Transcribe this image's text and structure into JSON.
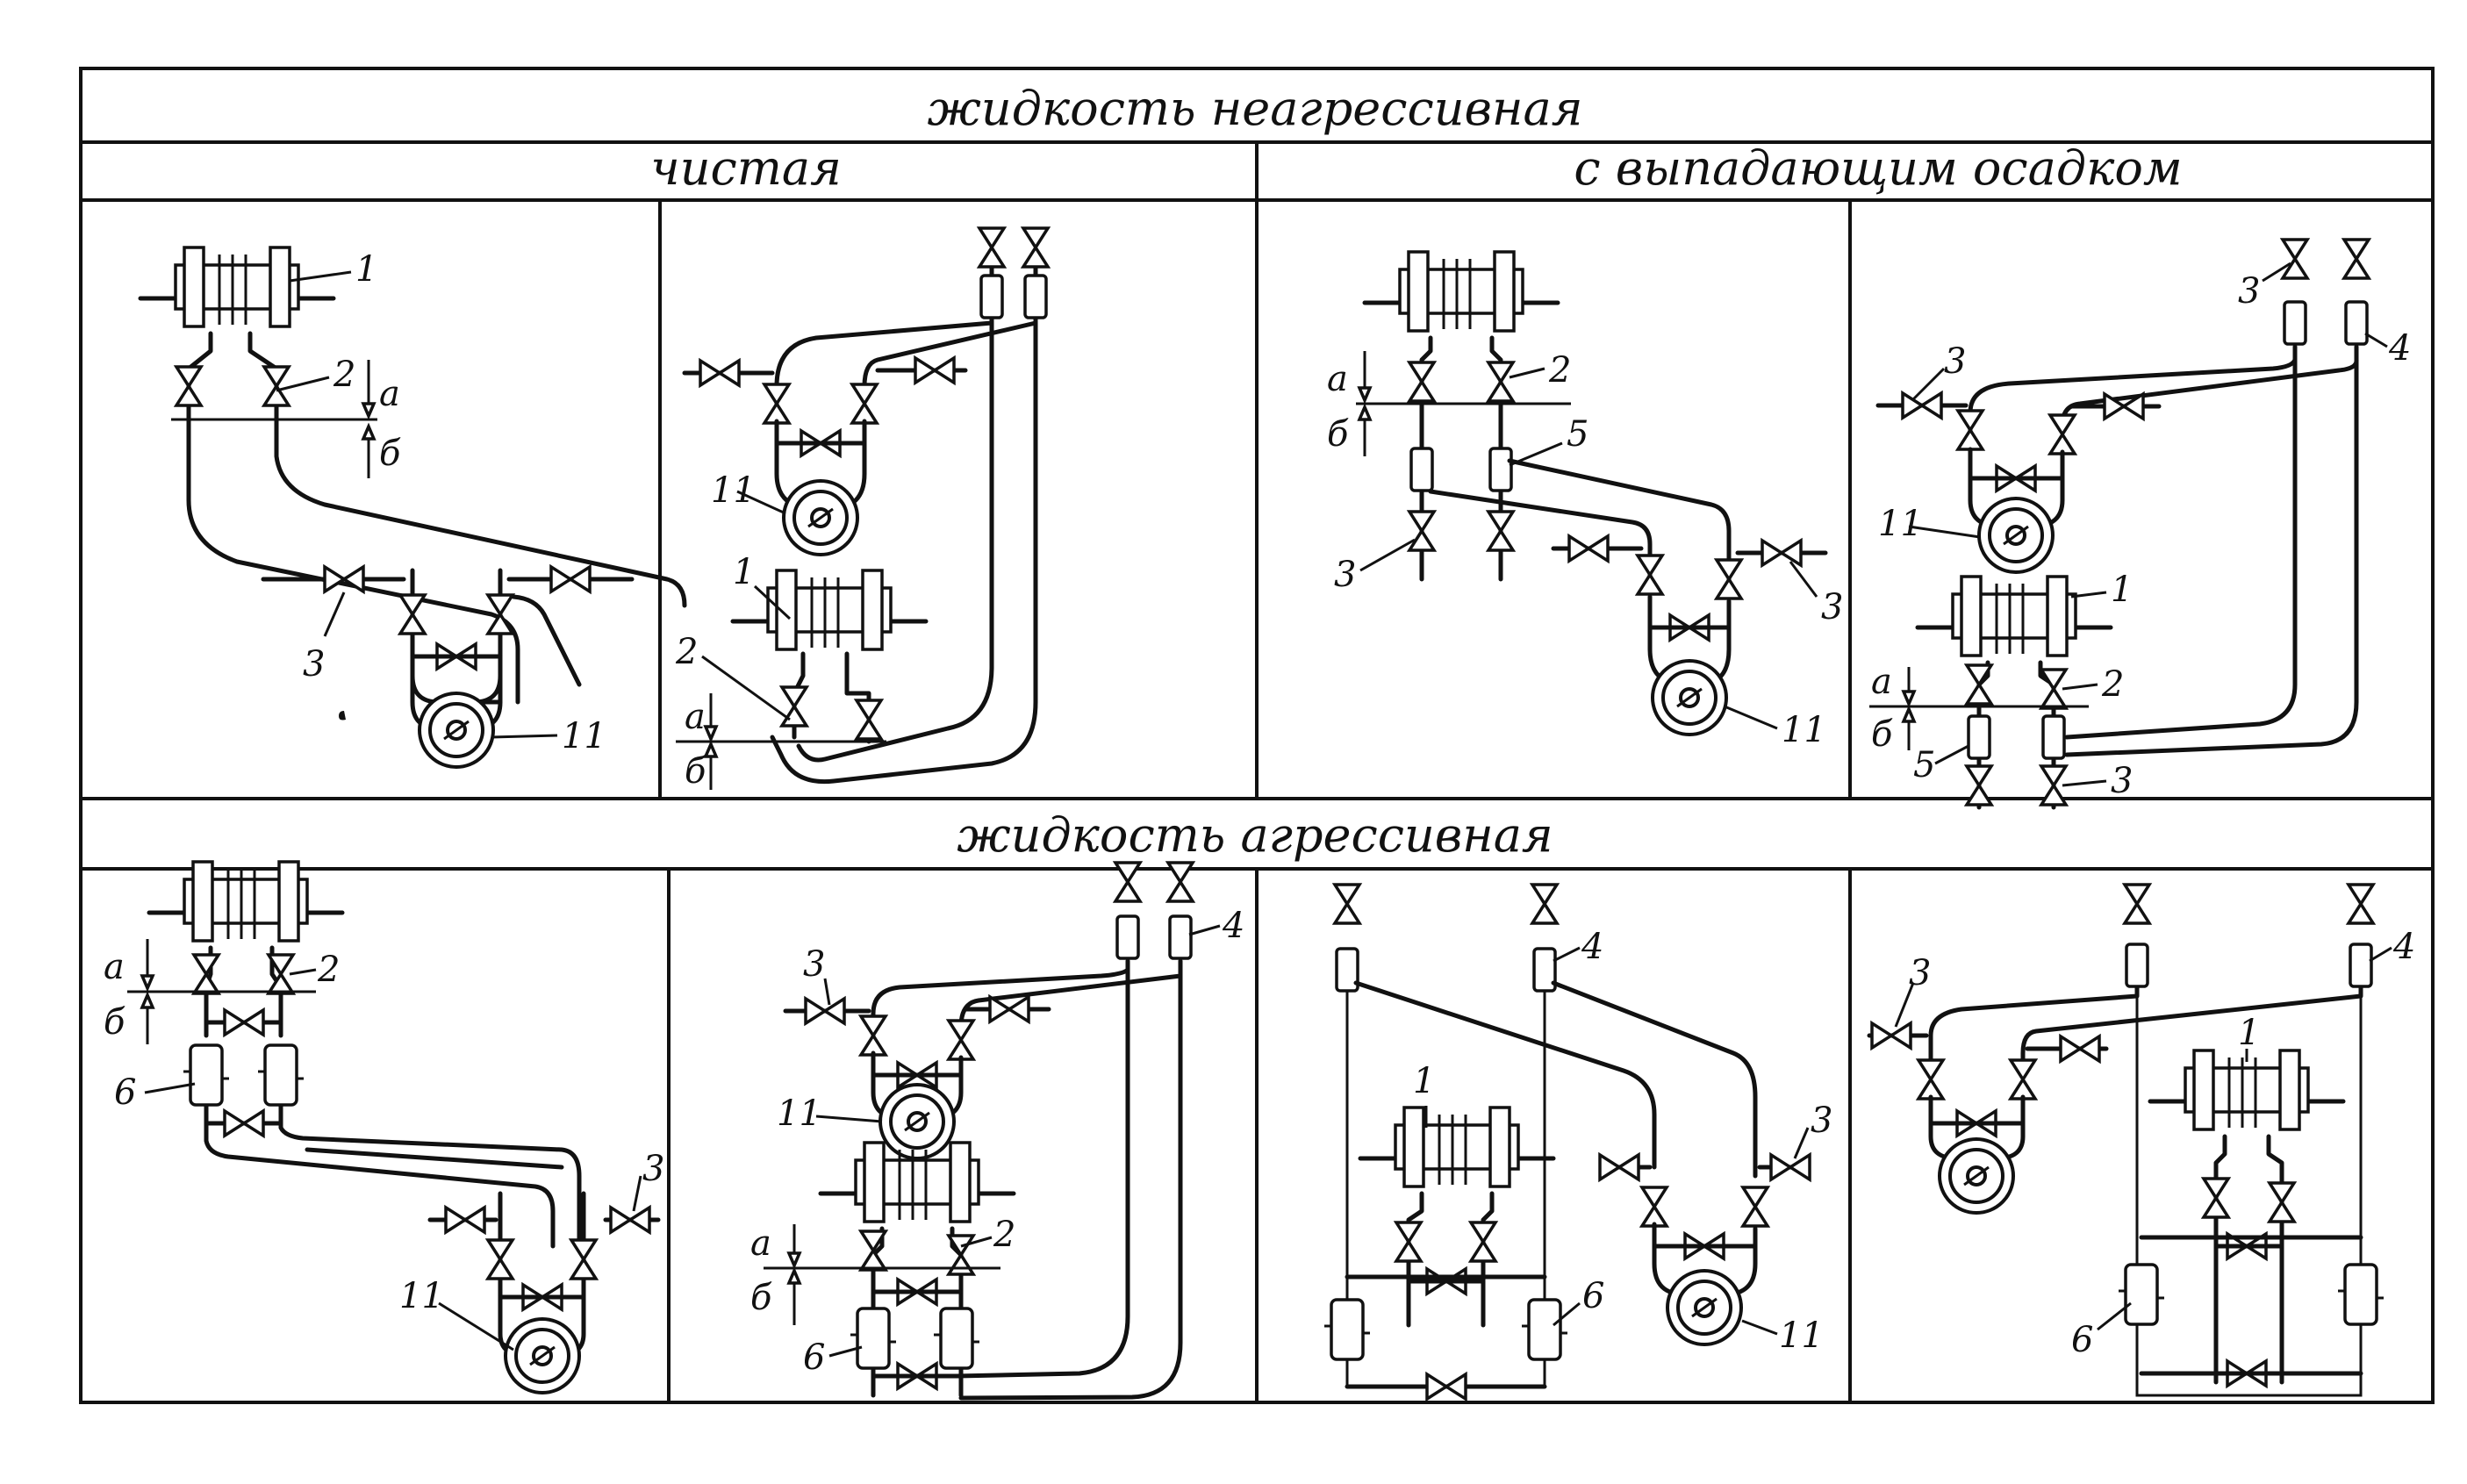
{
  "headers": {
    "top": "жидкость неагрессивная",
    "clean": "чистая",
    "sediment": "с выпадающим осадком",
    "aggressive": "жидкость агрессивная"
  },
  "labels": {
    "n1": "1",
    "n2": "2",
    "n3": "3",
    "n4": "4",
    "n5": "5",
    "n6": "6",
    "n11": "11",
    "a": "а",
    "b": "б"
  }
}
